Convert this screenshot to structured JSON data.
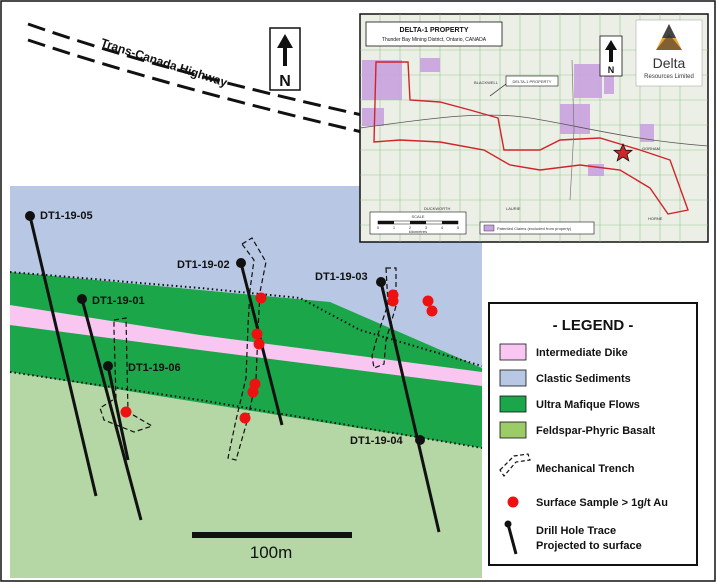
{
  "highway_label": "Trans-Canada Highway",
  "north_label": "N",
  "inset": {
    "title": "DELTA-1 PROPERTY",
    "subtitle": "Thunder Bay Mining District, Ontario, CANADA",
    "property_label": "DELTA-1 PROPERTY",
    "company_name_line1": "Delta",
    "company_name_line2": "Resources Limited",
    "north_label": "N",
    "scale_title": "SCALE",
    "scale_ticks": [
      "0",
      "1",
      "2",
      "3",
      "4",
      "5"
    ],
    "scale_unit": "kilometres",
    "patented_label": "Patented Claims (excluded from property)",
    "place_labels": [
      "BLACKWELL",
      "DUCKWORTH",
      "LAURIE",
      "HORNE",
      "GORHAM"
    ]
  },
  "drill_holes": [
    {
      "id": "DT1-19-05"
    },
    {
      "id": "DT1-19-02"
    },
    {
      "id": "DT1-19-03"
    },
    {
      "id": "DT1-19-01"
    },
    {
      "id": "DT1-19-06"
    },
    {
      "id": "DT1-19-04"
    }
  ],
  "legend": {
    "title": "- LEGEND -",
    "items": [
      {
        "label": "Intermediate Dike",
        "color": "#f9c6f2"
      },
      {
        "label": "Clastic Sediments",
        "color": "#b8c8e4"
      },
      {
        "label": "Ultra Mafique Flows",
        "color": "#1ba64a"
      },
      {
        "label": "Feldspar-Phyric Basalt",
        "color": "#9ccc65"
      }
    ],
    "trench_label": "Mechanical Trench",
    "sample_label": "Surface Sample > 1g/t Au",
    "sample_color": "#ee1111",
    "drill_label_line1": "Drill Hole Trace",
    "drill_label_line2": "Projected to surface"
  },
  "scale_bar_label": "100m",
  "colors": {
    "clastic": "#b8c8e4",
    "ultramafic": "#1ba64a",
    "dike": "#f9c6f2",
    "basalt": "#b5d6a5"
  }
}
